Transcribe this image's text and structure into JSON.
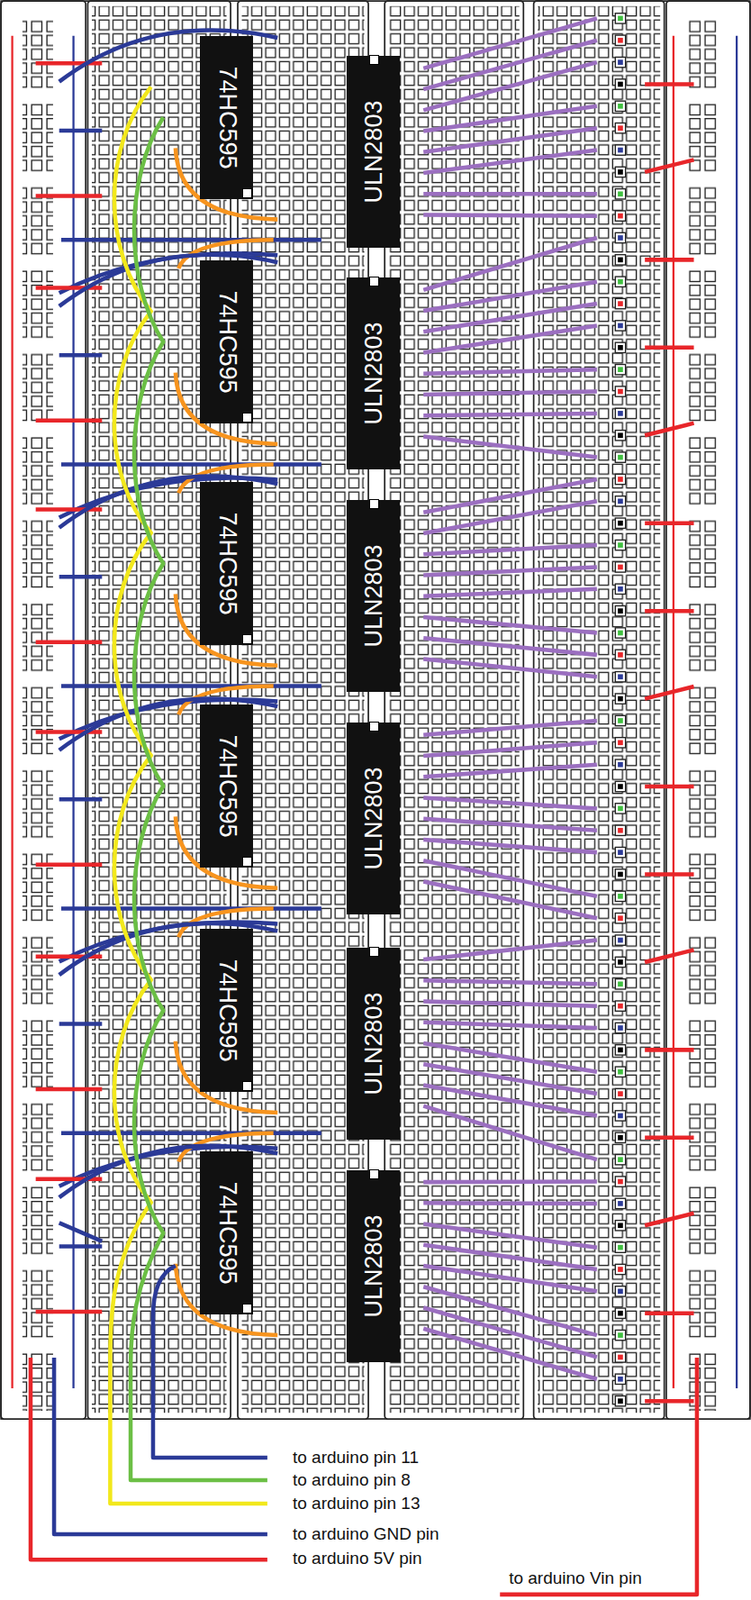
{
  "diagram": {
    "nodes": [
      {
        "text": [
          "74HC595"
        ]
      },
      {
        "text": [
          "ULN2803"
        ]
      },
      {
        "text": [
          "74HC595"
        ]
      },
      {
        "text": [
          "ULN2803"
        ]
      },
      {
        "text": [
          "74HC595"
        ]
      },
      {
        "text": [
          "ULN2803"
        ]
      },
      {
        "text": [
          "74HC595"
        ]
      },
      {
        "text": [
          "ULN2803"
        ]
      },
      {
        "text": [
          "74HC595"
        ]
      },
      {
        "text": [
          "ULN2803"
        ]
      },
      {
        "text": [
          "74HC595"
        ]
      },
      {
        "text": [
          "ULN2803"
        ]
      }
    ],
    "labels": [
      "to arduino pin 11",
      "to arduino pin 8",
      "to arduino pin 13",
      "to arduino GND pin",
      "to arduino 5V pin",
      "to arduino Vin pin"
    ]
  }
}
